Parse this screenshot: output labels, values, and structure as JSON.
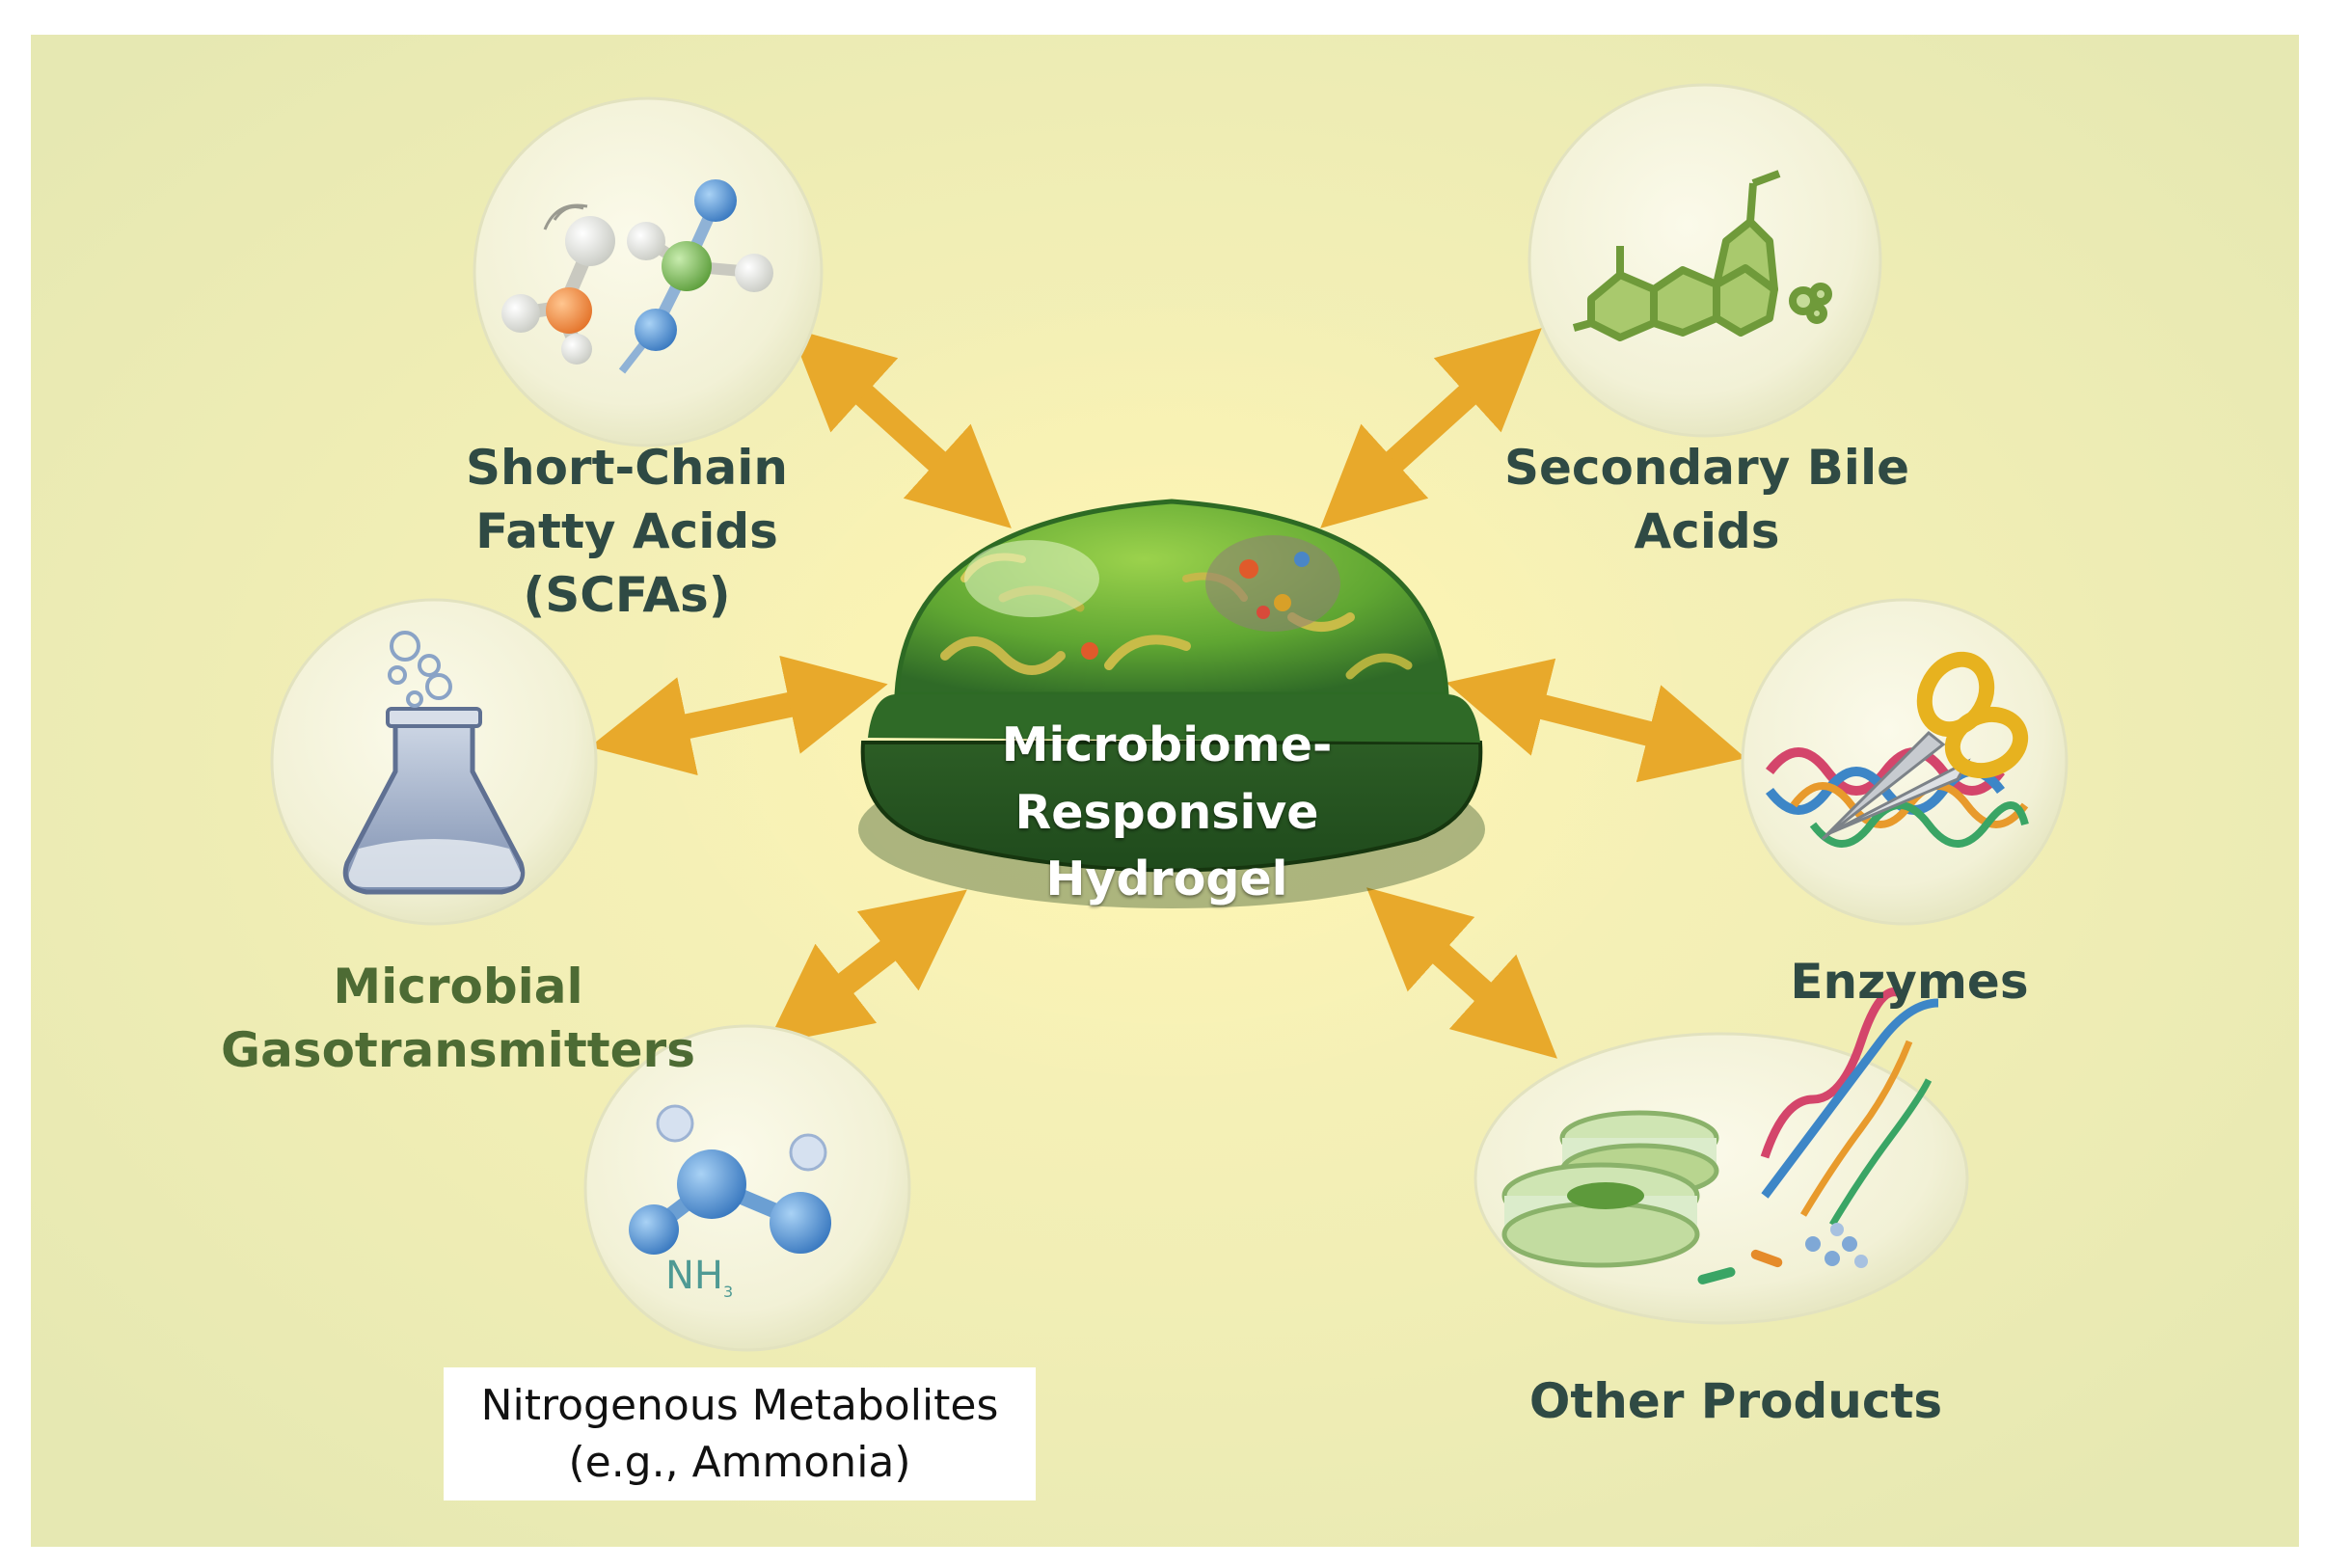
{
  "colors": {
    "background": "#f1eeb5",
    "arrow": "#e8a92b",
    "hydrogel_dark": "#2f6a27",
    "hydrogel_light": "#7bbd3f",
    "label_dark": "#2f4a44",
    "label_green": "#4d6b34"
  },
  "center": {
    "line1": "Microbiome-Responsive",
    "line2": "Hydrogel"
  },
  "nodes": {
    "scfa": {
      "line1": "Short-Chain",
      "line2": "Fatty Acids",
      "line3": "(SCFAs)",
      "icon": "molecule-icon"
    },
    "bile": {
      "line1": "Secondary Bile",
      "line2": "Acids",
      "icon": "steroid-molecule-icon"
    },
    "gaso": {
      "line1": "Microbial",
      "line2": "Gasotransmitters",
      "icon": "flask-icon"
    },
    "enzymes": {
      "line1": "Enzymes",
      "icon": "scissors-dna-icon"
    },
    "nitro": {
      "line1": "Nitrogenous Metabolites",
      "line2": "(e.g., Ammonia)",
      "formula": "NH",
      "formula_sub": "3",
      "icon": "ammonia-molecule-icon"
    },
    "other": {
      "line1": "Other Products",
      "icon": "petri-dish-dna-icon"
    }
  }
}
